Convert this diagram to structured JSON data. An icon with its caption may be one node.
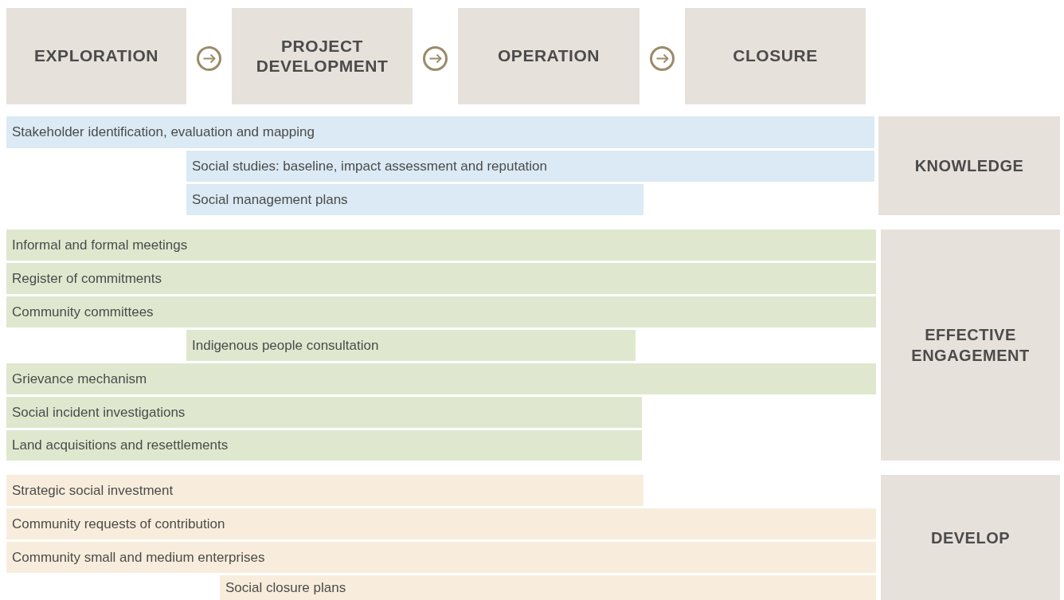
{
  "diagram": {
    "nodes": [
      {
        "text": [
          "EXPLORATION"
        ]
      },
      {
        "text": [
          "PROJECT DEVELOPMENT"
        ]
      },
      {
        "text": [
          "OPERATION"
        ]
      },
      {
        "text": [
          "CLOSURE"
        ]
      },
      {
        "text": [
          "Stakeholder identification, evaluation and mapping"
        ]
      },
      {
        "text": [
          "Social studies: baseline, impact assessment and reputation"
        ]
      },
      {
        "text": [
          "Social management plans"
        ]
      },
      {
        "text": [
          "KNOWLEDGE"
        ]
      },
      {
        "text": [
          "Informal and formal meetings"
        ]
      },
      {
        "text": [
          "Register of commitments"
        ]
      },
      {
        "text": [
          "Community committees"
        ]
      },
      {
        "text": [
          "Indigenous people consultation"
        ]
      },
      {
        "text": [
          "Grievance mechanism"
        ]
      },
      {
        "text": [
          "Social incident investigations"
        ]
      },
      {
        "text": [
          "Land acquisitions and resettlements"
        ]
      },
      {
        "text": [
          "EFFECTIVE ENGAGEMENT"
        ]
      },
      {
        "text": [
          "Strategic social investment"
        ]
      },
      {
        "text": [
          "Community requests of contribution"
        ]
      },
      {
        "text": [
          "Community small and medium enterprises"
        ]
      },
      {
        "text": [
          "Social closure plans"
        ]
      },
      {
        "text": [
          "DEVELOP"
        ]
      }
    ],
    "edges": [
      {
        "from": 0,
        "to": 1,
        "arrow": "to"
      },
      {
        "from": 1,
        "to": 2,
        "arrow": "to"
      },
      {
        "from": 2,
        "to": 3,
        "arrow": "to"
      }
    ]
  }
}
